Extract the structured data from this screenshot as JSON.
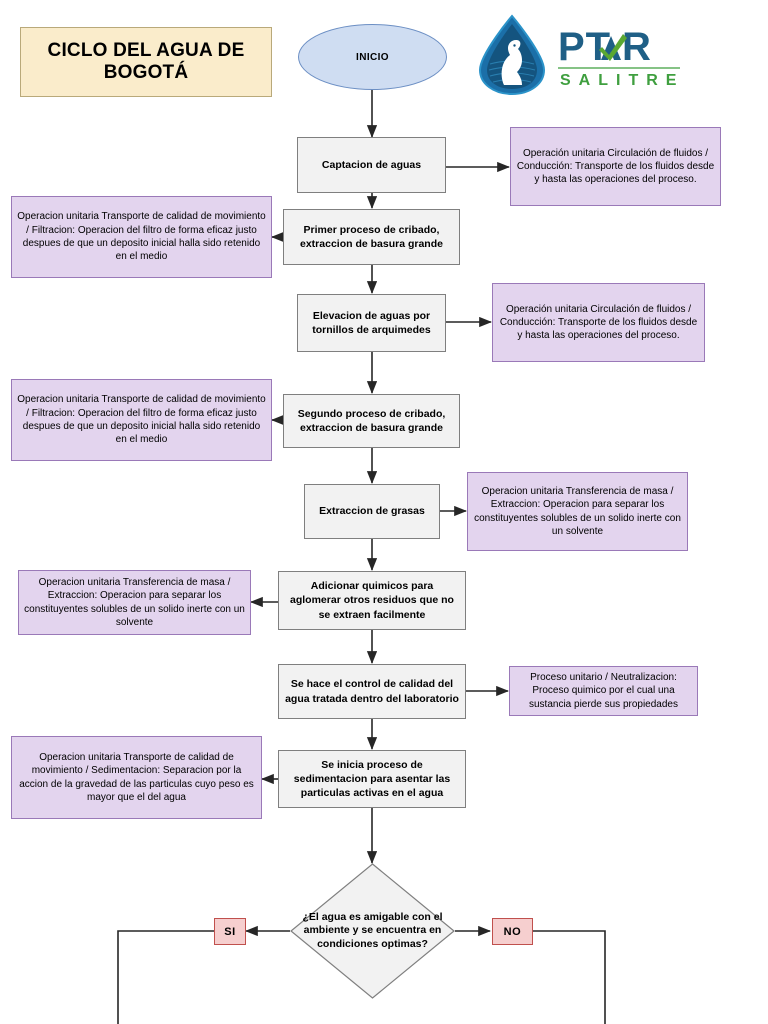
{
  "page": {
    "title_banner": "CICLO DEL AGUA DE BOGOTÁ",
    "background": "#ffffff"
  },
  "logo": {
    "name": "ptar-salitre-logo",
    "word_mark": "PTAR",
    "sub_mark": "SALITRE",
    "droplet_color": "#1b6fa8",
    "word_color": "#1f5f86",
    "sub_color": "#3f9f3f",
    "check_color": "#5aa832"
  },
  "colors": {
    "process_fill": "#f2f2f2",
    "process_border": "#7f7f7f",
    "note_fill": "#e3d4ee",
    "note_border": "#9a79b8",
    "start_fill": "#cfddf2",
    "start_border": "#6c8fc4",
    "flag_fill": "#f6cfcf",
    "flag_border": "#c0504d",
    "title_fill": "#faeccb",
    "title_border": "#b9a97a",
    "connector": "#262626"
  },
  "flow": {
    "start": {
      "label": "INICIO"
    },
    "steps": [
      {
        "id": "captacion",
        "label": "Captacion de aguas"
      },
      {
        "id": "cribado1",
        "label": "Primer proceso de cribado, extraccion de basura grande"
      },
      {
        "id": "elevacion",
        "label": "Elevacion de aguas por tornillos de arquimedes"
      },
      {
        "id": "cribado2",
        "label": "Segundo proceso de cribado, extraccion de basura grande"
      },
      {
        "id": "grasas",
        "label": "Extraccion de grasas"
      },
      {
        "id": "quimicos",
        "label": "Adicionar quimicos para aglomerar otros residuos que no se extraen facilmente"
      },
      {
        "id": "laboratorio",
        "label": "Se hace el control de calidad del agua tratada dentro del laboratorio"
      },
      {
        "id": "sedimentacion",
        "label": "Se inicia proceso de sedimentacion para asentar las particulas activas en el agua"
      }
    ],
    "decision": {
      "id": "decision-agua",
      "label": "¿El agua es amigable con el ambiente y se encuentra en condiciones optimas?",
      "branch_yes": "SI",
      "branch_no": "NO"
    }
  },
  "notes": {
    "conduccion_1": "Operación unitaria Circulación de fluidos / Conducción: Transporte de los fluidos desde y hasta las operaciones del proceso.",
    "filtracion_1": "Operacion unitaria Transporte de calidad de movimiento / Filtracion: Operacion del filtro de forma eficaz justo despues de que un deposito inicial halla sido retenido en el medio",
    "conduccion_2": "Operación unitaria Circulación de fluidos / Conducción: Transporte de los fluidos desde y hasta las operaciones del proceso.",
    "filtracion_2": "Operacion unitaria Transporte de calidad de movimiento / Filtracion: Operacion del filtro de forma eficaz justo despues de que un deposito inicial halla sido retenido en el medio",
    "extraccion_1": "Operacion unitaria Transferencia de masa / Extraccion: Operacion para separar los constituyentes solubles de un solido inerte con un solvente",
    "extraccion_2": "Operacion unitaria Transferencia de masa / Extraccion: Operacion para separar los constituyentes solubles de un solido inerte con un solvente",
    "neutralizacion": "Proceso unitario / Neutralizacion: Proceso quimico por el cual una sustancia pierde sus propiedades",
    "sedimentacion": "Operacion unitaria Transporte de calidad de movimiento / Sedimentacion: Separacion por la accion de la gravedad de las particulas cuyo peso es mayor que el del agua"
  }
}
